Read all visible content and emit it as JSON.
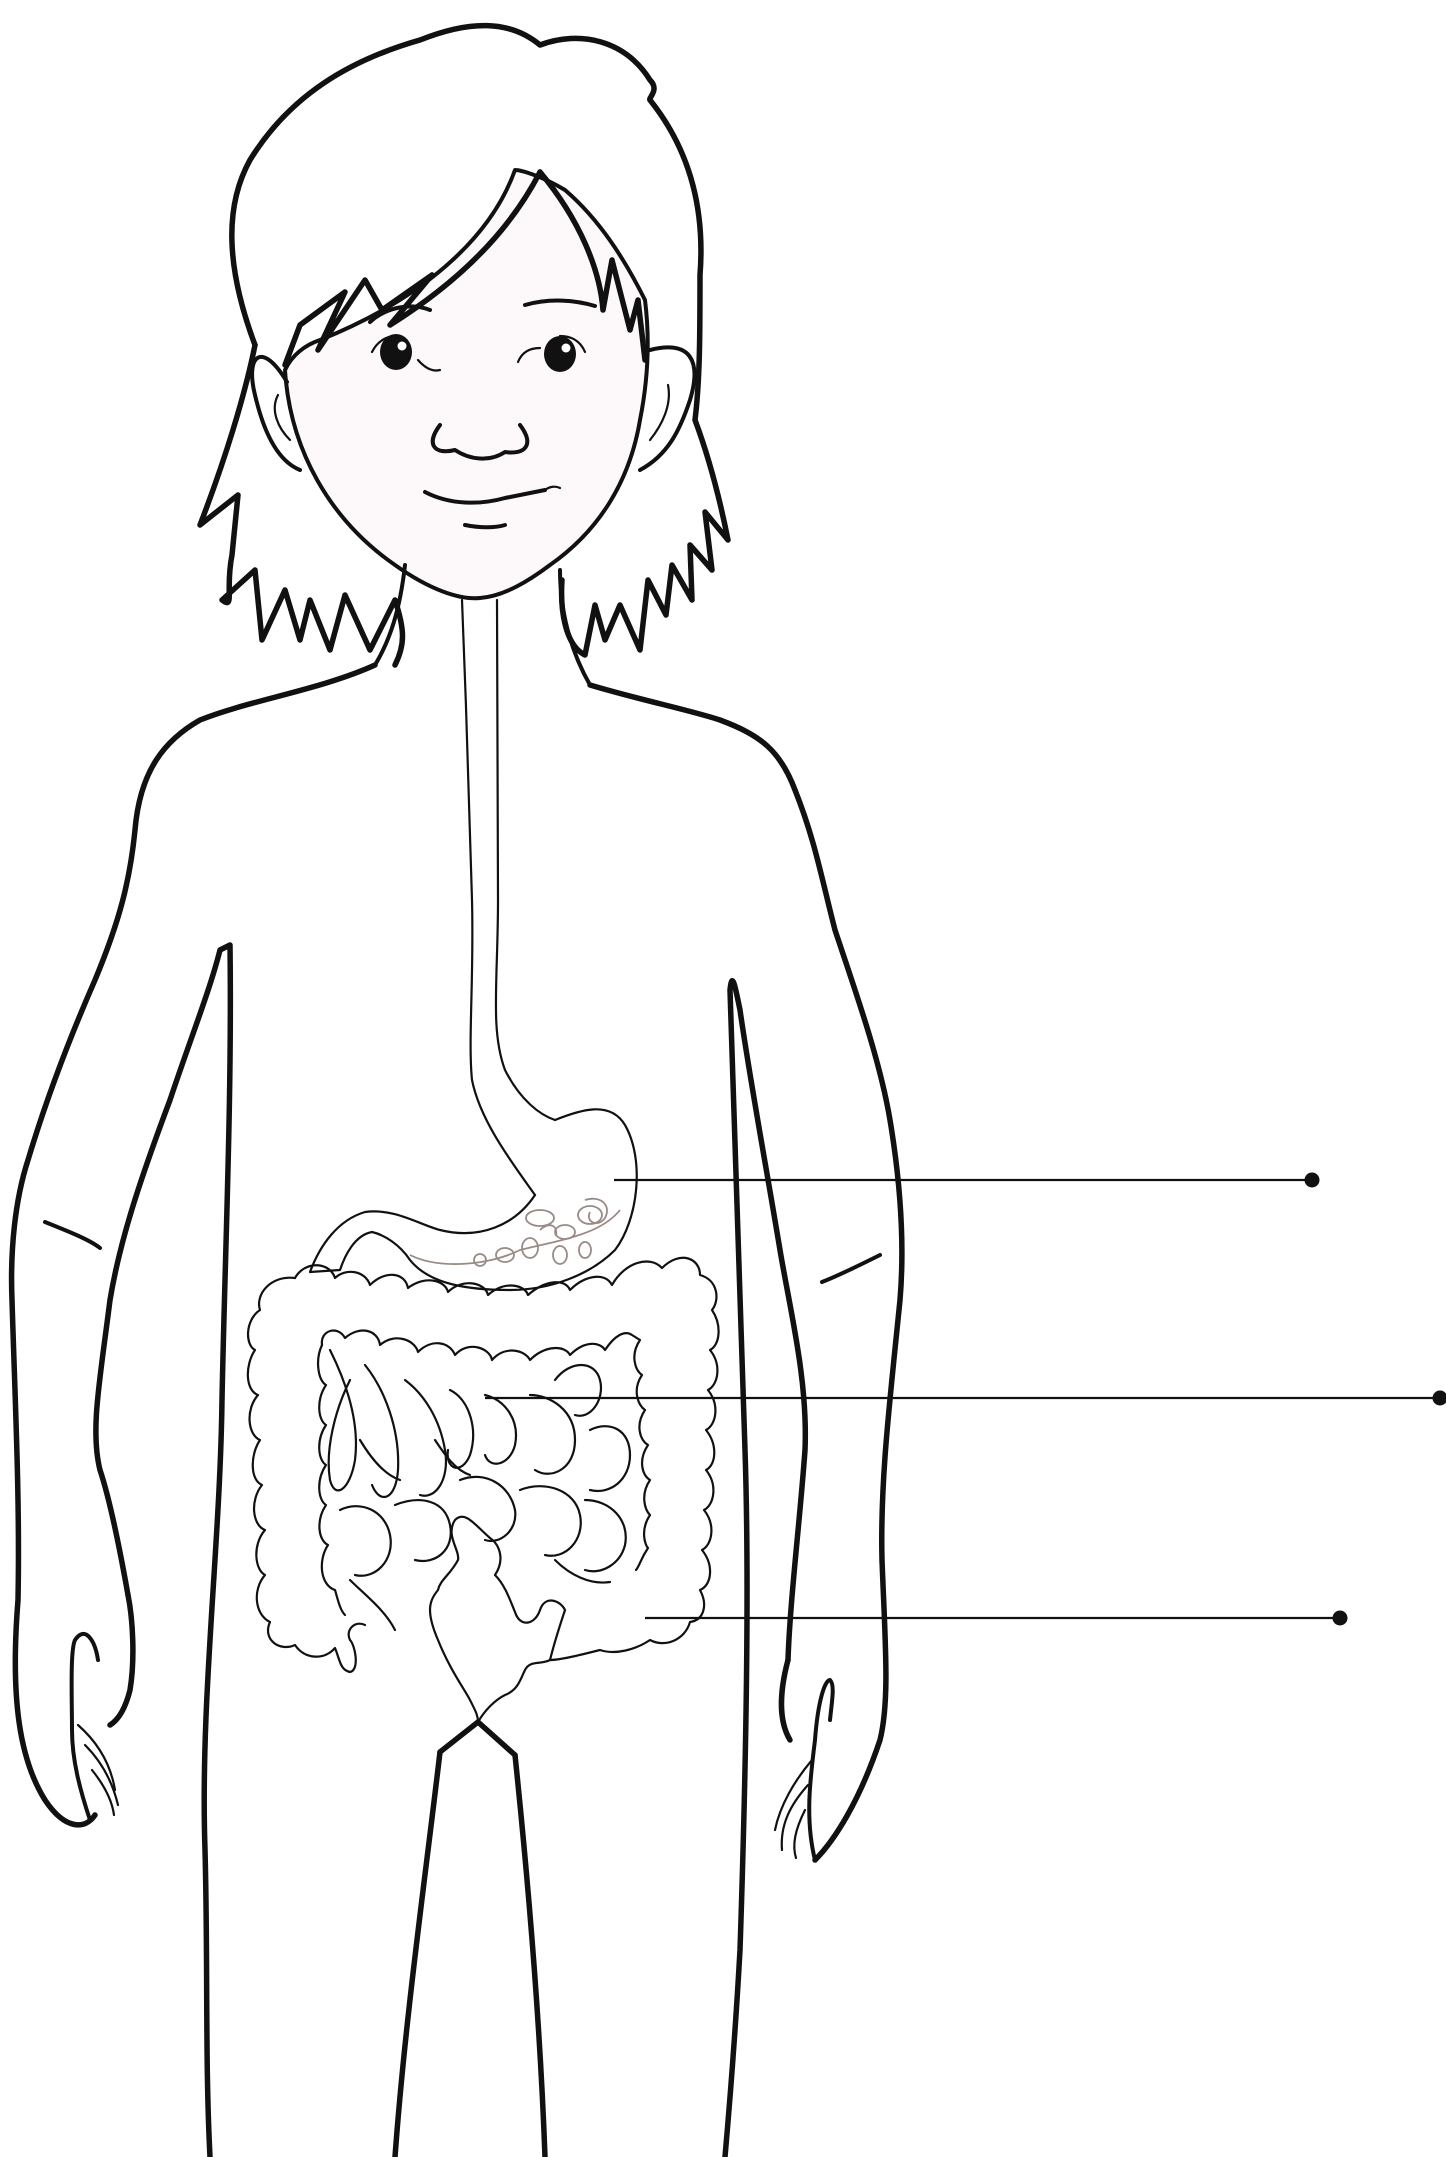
{
  "diagram": {
    "subject": "child-digestive-system",
    "leaders": [
      {
        "id": "leader-stomach",
        "points_to": "stomach",
        "label": ""
      },
      {
        "id": "leader-small-intestine",
        "points_to": "small-intestine",
        "label": ""
      },
      {
        "id": "leader-large-intestine",
        "points_to": "large-intestine",
        "label": ""
      }
    ],
    "colors": {
      "outline": "#111111",
      "skin": "#fdf9fa",
      "stomach_contents": "#9a8a86",
      "background": "#ffffff"
    }
  }
}
